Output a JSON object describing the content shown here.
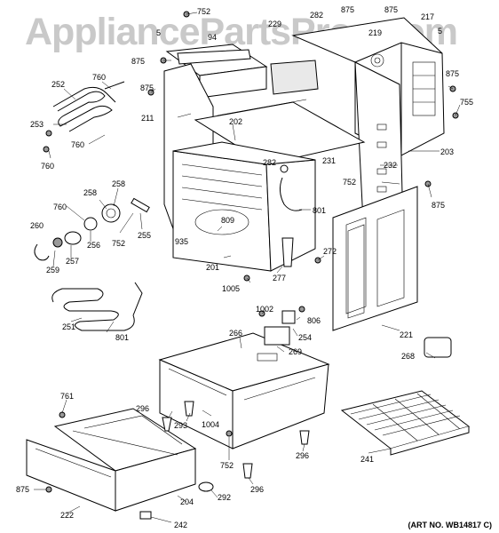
{
  "watermark": "AppliancePartsPros.com",
  "art_number": "(ART NO. WB14817 C)",
  "callouts": [
    {
      "id": "752a",
      "text": "752"
    },
    {
      "id": "5a",
      "text": "5"
    },
    {
      "id": "94",
      "text": "94"
    },
    {
      "id": "229",
      "text": "229"
    },
    {
      "id": "282a",
      "text": "282"
    },
    {
      "id": "875a",
      "text": "875"
    },
    {
      "id": "875b",
      "text": "875"
    },
    {
      "id": "219",
      "text": "219"
    },
    {
      "id": "217",
      "text": "217"
    },
    {
      "id": "5b",
      "text": "5"
    },
    {
      "id": "875c",
      "text": "875"
    },
    {
      "id": "760a",
      "text": "760"
    },
    {
      "id": "252",
      "text": "252"
    },
    {
      "id": "875d",
      "text": "875"
    },
    {
      "id": "875e",
      "text": "875"
    },
    {
      "id": "755",
      "text": "755"
    },
    {
      "id": "211",
      "text": "211"
    },
    {
      "id": "253",
      "text": "253"
    },
    {
      "id": "202",
      "text": "202"
    },
    {
      "id": "760b",
      "text": "760"
    },
    {
      "id": "203",
      "text": "203"
    },
    {
      "id": "760c",
      "text": "760"
    },
    {
      "id": "231",
      "text": "231"
    },
    {
      "id": "232",
      "text": "232"
    },
    {
      "id": "282b",
      "text": "282"
    },
    {
      "id": "258a",
      "text": "258"
    },
    {
      "id": "752b",
      "text": "752"
    },
    {
      "id": "258b",
      "text": "258"
    },
    {
      "id": "875f",
      "text": "875"
    },
    {
      "id": "760d",
      "text": "760"
    },
    {
      "id": "801a",
      "text": "801"
    },
    {
      "id": "809",
      "text": "809"
    },
    {
      "id": "260",
      "text": "260"
    },
    {
      "id": "256",
      "text": "256"
    },
    {
      "id": "255",
      "text": "255"
    },
    {
      "id": "935",
      "text": "935"
    },
    {
      "id": "272",
      "text": "272"
    },
    {
      "id": "259",
      "text": "259"
    },
    {
      "id": "257",
      "text": "257"
    },
    {
      "id": "752c",
      "text": "752"
    },
    {
      "id": "201",
      "text": "201"
    },
    {
      "id": "277",
      "text": "277"
    },
    {
      "id": "1005",
      "text": "1005"
    },
    {
      "id": "1002",
      "text": "1002"
    },
    {
      "id": "806",
      "text": "806"
    },
    {
      "id": "251",
      "text": "251"
    },
    {
      "id": "801b",
      "text": "801"
    },
    {
      "id": "266",
      "text": "266"
    },
    {
      "id": "254",
      "text": "254"
    },
    {
      "id": "221",
      "text": "221"
    },
    {
      "id": "269",
      "text": "269"
    },
    {
      "id": "268",
      "text": "268"
    },
    {
      "id": "761",
      "text": "761"
    },
    {
      "id": "296a",
      "text": "296"
    },
    {
      "id": "293",
      "text": "293"
    },
    {
      "id": "1004",
      "text": "1004"
    },
    {
      "id": "296b",
      "text": "296"
    },
    {
      "id": "241",
      "text": "241"
    },
    {
      "id": "752d",
      "text": "752"
    },
    {
      "id": "875g",
      "text": "875"
    },
    {
      "id": "292",
      "text": "292"
    },
    {
      "id": "296c",
      "text": "296"
    },
    {
      "id": "222",
      "text": "222"
    },
    {
      "id": "204",
      "text": "204"
    },
    {
      "id": "242",
      "text": "242"
    }
  ]
}
